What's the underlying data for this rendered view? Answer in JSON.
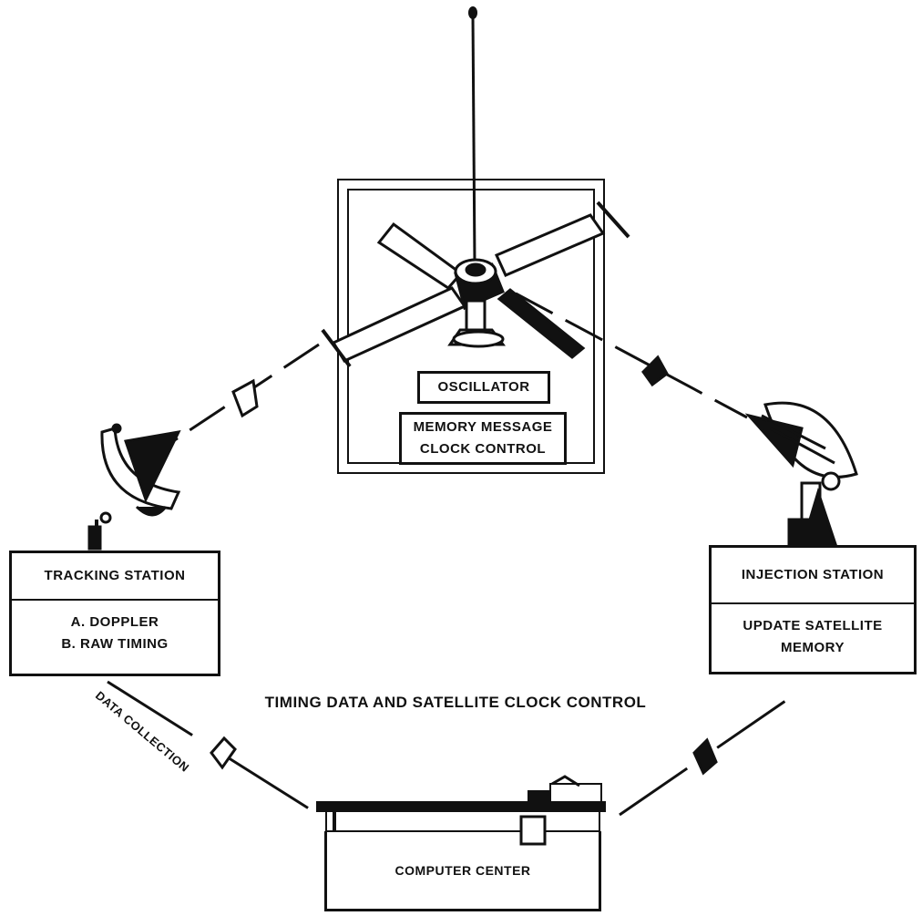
{
  "satellite": {
    "oscillator_label": "OSCILLATOR",
    "memory_line1": "MEMORY MESSAGE",
    "memory_line2": "CLOCK CONTROL"
  },
  "tracking_station": {
    "title": "TRACKING STATION",
    "item1": "A. DOPPLER",
    "item2": "B. RAW TIMING"
  },
  "injection_station": {
    "title": "INJECTION STATION",
    "line1": "UPDATE SATELLITE",
    "line2": "MEMORY"
  },
  "computer_center": {
    "title": "COMPUTER CENTER"
  },
  "caption": "TIMING DATA AND SATELLITE CLOCK CONTROL",
  "data_collection_label": "DATA COLLECTION"
}
